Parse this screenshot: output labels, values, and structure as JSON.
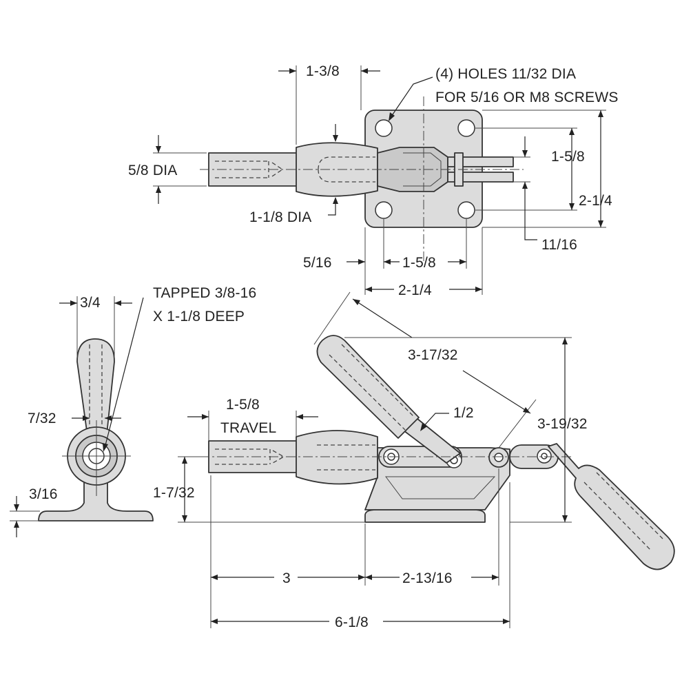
{
  "top_view": {
    "dim_1_3_8": "1-3/8",
    "holes_note_line1": "(4) HOLES 11/32 DIA",
    "holes_note_line2": "FOR 5/16 OR M8 SCREWS",
    "dim_5_8_dia": "5/8 DIA",
    "dim_1_1_8_dia": "1-1/8 DIA",
    "dim_1_5_8_right": "1-5/8",
    "dim_2_1_4_right": "2-1/4",
    "dim_11_16": "11/16",
    "dim_5_16": "5/16",
    "dim_1_5_8_bottom": "1-5/8",
    "dim_2_1_4_bottom": "2-1/4"
  },
  "end_view": {
    "dim_3_4": "3/4",
    "tapped_line1": "TAPPED 3/8-16",
    "tapped_line2": "X 1-1/8 DEEP",
    "dim_7_32": "7/32",
    "dim_3_16": "3/16"
  },
  "side_view": {
    "dim_1_5_8": "1-5/8",
    "travel": "TRAVEL",
    "dim_3_17_32": "3-17/32",
    "dim_1_2": "1/2",
    "dim_3_19_32": "3-19/32",
    "dim_1_7_32": "1-7/32",
    "dim_3": "3",
    "dim_2_13_16": "2-13/16",
    "dim_6_1_8": "6-1/8"
  }
}
